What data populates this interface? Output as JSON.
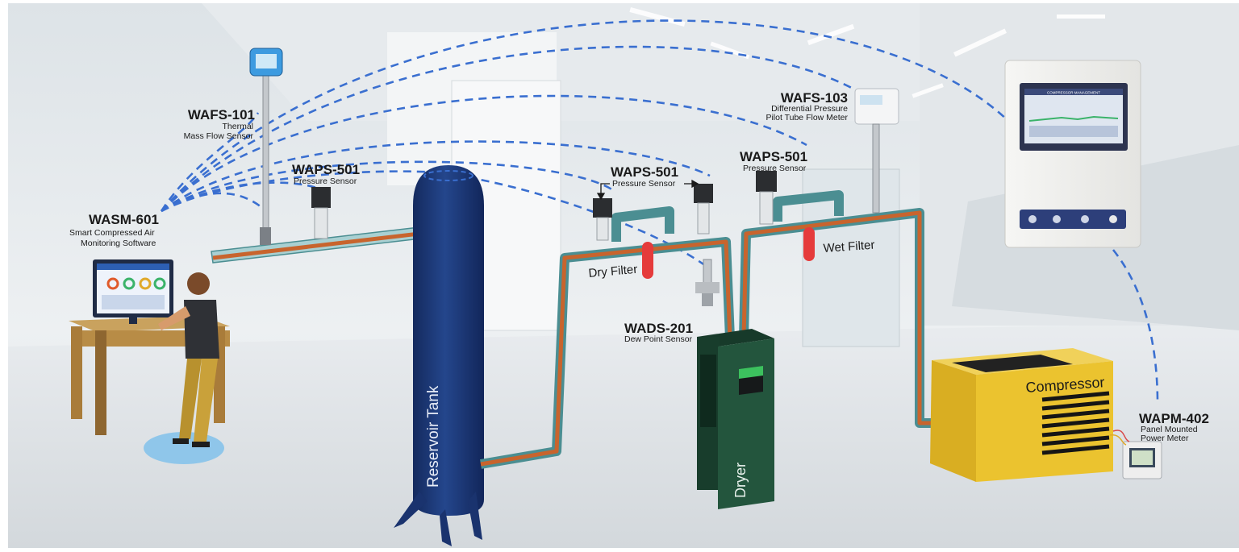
{
  "devices": {
    "wasm": {
      "code": "WASM-601",
      "desc_line1": "Smart Compressed Air",
      "desc_line2": "Monitoring Software"
    },
    "wafs101": {
      "code": "WAFS-101",
      "desc_line1": "Thermal",
      "desc_line2": "Mass Flow Sensor"
    },
    "waps_left": {
      "code": "WAPS-501",
      "desc": "Pressure Sensor"
    },
    "waps_mid": {
      "code": "WAPS-501",
      "desc": "Pressure Sensor"
    },
    "waps_right": {
      "code": "WAPS-501",
      "desc": "Pressure Sensor"
    },
    "wafs103": {
      "code": "WAFS-103",
      "desc_line1": "Differential Pressure",
      "desc_line2": "Pilot Tube Flow Meter"
    },
    "wads": {
      "code": "WADS-201",
      "desc": "Dew Point Sensor"
    },
    "wapm": {
      "code": "WAPM-402",
      "desc_line1": "Panel Mounted",
      "desc_line2": "Power Meter"
    }
  },
  "equipment": {
    "reservoir": "Reservoir Tank",
    "dryer": "Dryer",
    "compressor": "Compressor",
    "dry_filter": "Dry Filter",
    "wet_filter": "Wet Filter"
  },
  "panel": {
    "screen_title": "COMPRESSOR MANAGEMENT"
  },
  "colors": {
    "pipe": "#c8642d",
    "pipe_edge": "#4b8e92",
    "signal": "#3a6fd0",
    "tank": "#1f3a78",
    "dryer": "#1f4a35",
    "compressor": "#e9c23a"
  }
}
